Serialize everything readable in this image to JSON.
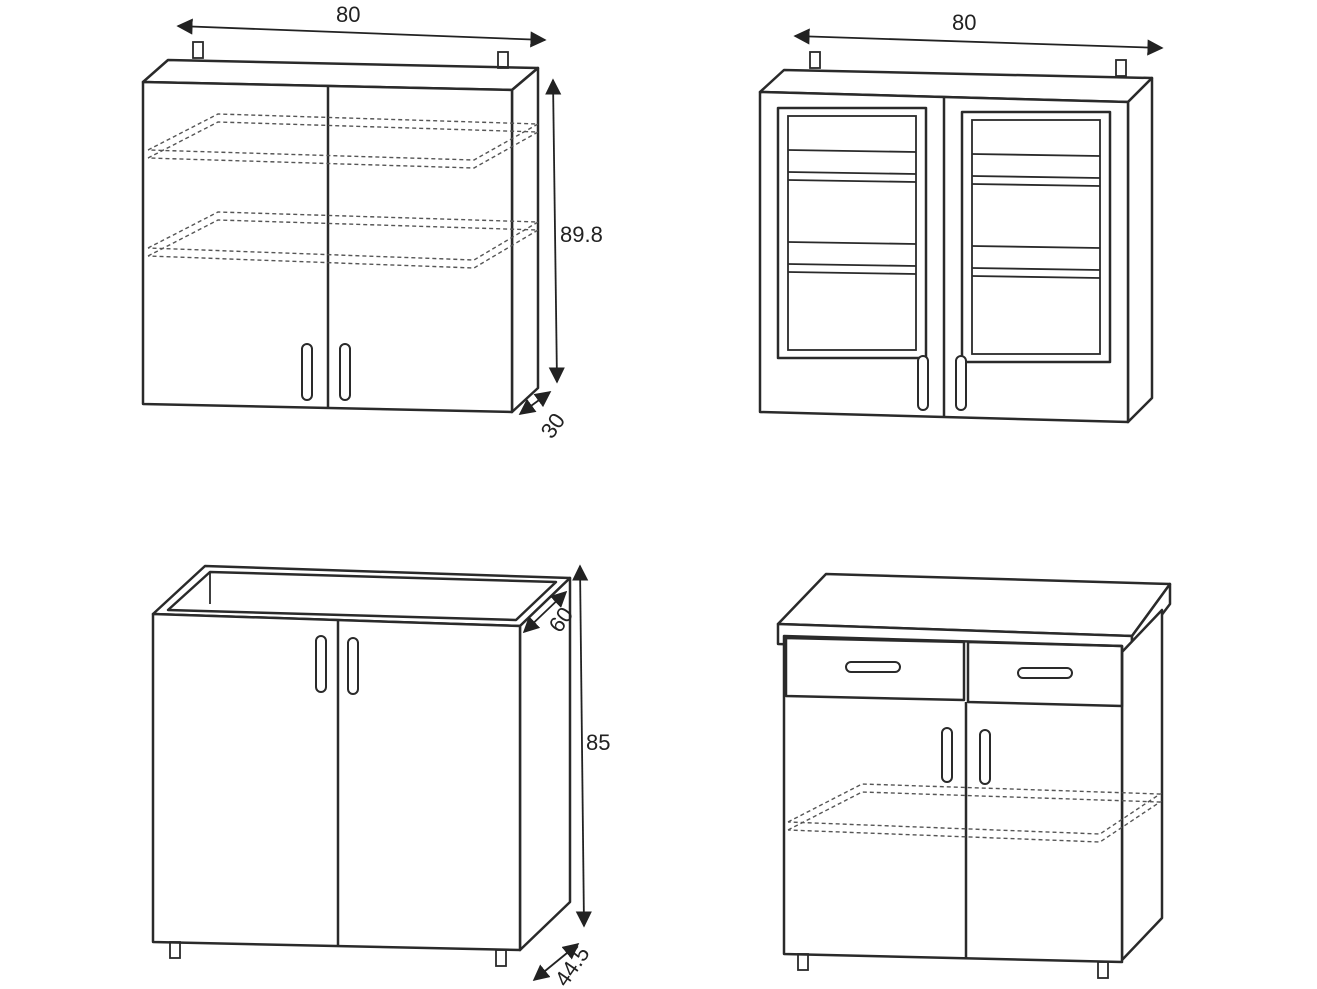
{
  "diagram": {
    "colors": {
      "line": "#2a2a2a",
      "background": "#ffffff",
      "text": "#222222"
    },
    "dimensions": {
      "wall_cabinet_width": "80",
      "wall_cabinet_height": "89.8",
      "wall_cabinet_depth": "30",
      "glass_cabinet_width": "80",
      "base_cabinet_height": "85",
      "base_cabinet_depth": "60",
      "base_cabinet_depth_inner": "44.5"
    }
  }
}
